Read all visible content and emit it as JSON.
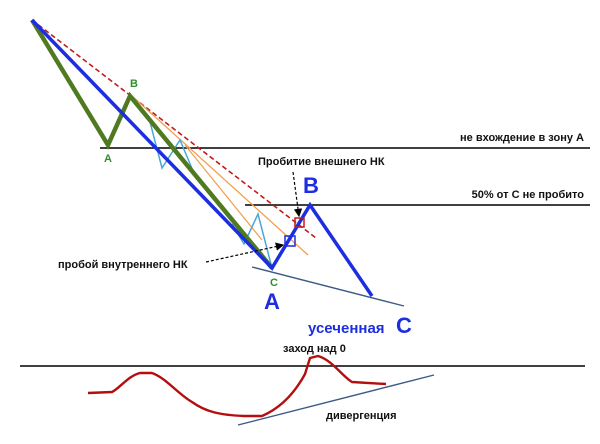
{
  "colors": {
    "main_wave": "#1c2ee0",
    "inner_wave": "#4f7a22",
    "small_wave": "#4aa8d8",
    "red_trend": "#c41a1a",
    "orange_line": "#f0a050",
    "level_line": "#000000",
    "slate_line": "#3d5a86",
    "oscillator": "#b30f0f",
    "label_green": "#2f8f2f",
    "label_blue": "#1c2ee0"
  },
  "labels": {
    "no_entry_zone_a": "не вхождение в зону А",
    "fifty_not_broken": "50% от С не пробито",
    "outer_breakout": "Пробитие внешнего НК",
    "inner_breakout": "пробой внутреннего НК",
    "truncated": "усеченная",
    "entry_above_zero": "заход над 0",
    "divergence": "дивергенция"
  },
  "wave_labels": {
    "small_a": "A",
    "small_b": "B",
    "small_c": "C",
    "big_a": "A",
    "big_b": "B",
    "big_c": "C"
  }
}
